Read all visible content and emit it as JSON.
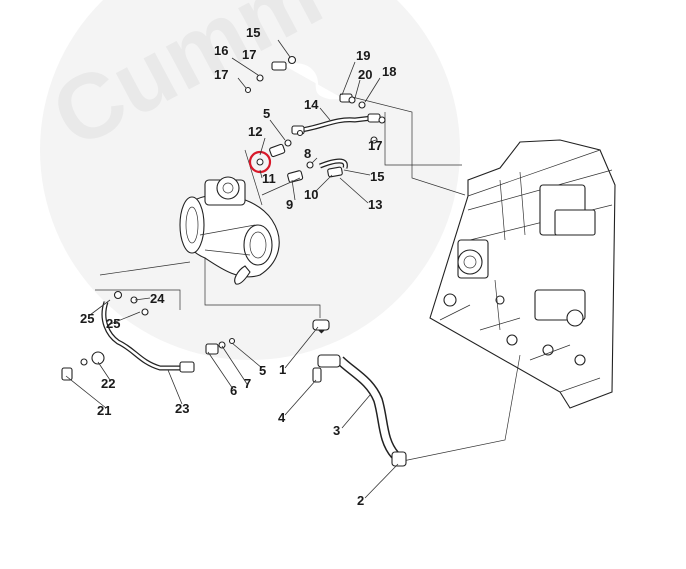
{
  "watermark": {
    "text": "Cumm",
    "color": "#e9e9e9"
  },
  "highlight": {
    "part": "11",
    "color": "#d8192a"
  },
  "callouts": [
    {
      "id": "c15a",
      "label": "15"
    },
    {
      "id": "c16",
      "label": "16"
    },
    {
      "id": "c17a",
      "label": "17"
    },
    {
      "id": "c17b",
      "label": "17"
    },
    {
      "id": "c19",
      "label": "19"
    },
    {
      "id": "c20",
      "label": "20"
    },
    {
      "id": "c18",
      "label": "18"
    },
    {
      "id": "c14",
      "label": "14"
    },
    {
      "id": "c5a",
      "label": "5"
    },
    {
      "id": "c12",
      "label": "12"
    },
    {
      "id": "c17c",
      "label": "17"
    },
    {
      "id": "c8",
      "label": "8"
    },
    {
      "id": "c11",
      "label": "11"
    },
    {
      "id": "c15b",
      "label": "15"
    },
    {
      "id": "c9",
      "label": "9"
    },
    {
      "id": "c10",
      "label": "10"
    },
    {
      "id": "c13",
      "label": "13"
    },
    {
      "id": "c24",
      "label": "24"
    },
    {
      "id": "c25a",
      "label": "25"
    },
    {
      "id": "c25b",
      "label": "25"
    },
    {
      "id": "c1",
      "label": "1"
    },
    {
      "id": "c5b",
      "label": "5"
    },
    {
      "id": "c7",
      "label": "7"
    },
    {
      "id": "c6",
      "label": "6"
    },
    {
      "id": "c22",
      "label": "22"
    },
    {
      "id": "c21",
      "label": "21"
    },
    {
      "id": "c23",
      "label": "23"
    },
    {
      "id": "c4",
      "label": "4"
    },
    {
      "id": "c3",
      "label": "3"
    },
    {
      "id": "c2",
      "label": "2"
    }
  ]
}
